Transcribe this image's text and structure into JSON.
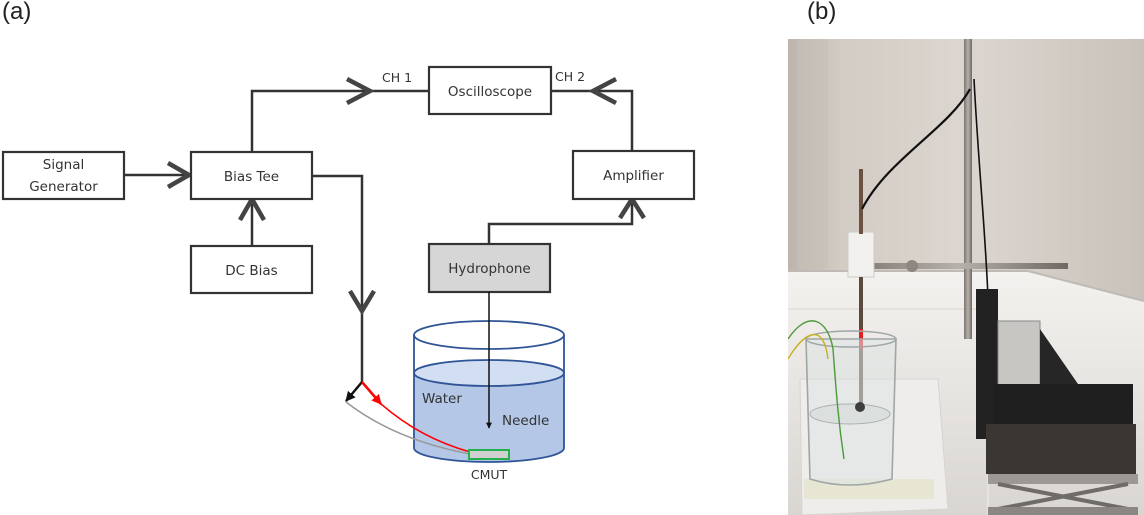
{
  "panels": {
    "a": {
      "label": "(a)"
    },
    "b": {
      "label": "(b)"
    }
  },
  "diagram": {
    "blocks": {
      "signal_generator": {
        "line1": "Signal",
        "line2": "Generator"
      },
      "bias_tee": "Bias Tee",
      "dc_bias": "DC Bias",
      "oscilloscope": "Oscilloscope",
      "amplifier": "Amplifier",
      "hydrophone": "Hydrophone"
    },
    "channels": {
      "ch1": "CH 1",
      "ch2": "CH 2"
    },
    "tank": {
      "water": "Water",
      "needle": "Needle",
      "cmut": "CMUT"
    },
    "colors": {
      "line": "#333333",
      "hydrophone_fill": "#d6d6d6",
      "water_fill": "#b4c7e7",
      "water_surface": "#d2def2",
      "tank_stroke": "#2f5597",
      "positive_wire": "#ff0000",
      "ground_wire": "#999999",
      "cmut_border": "#22b14c",
      "cmut_fill": "#d0d0d0"
    }
  },
  "photo": {
    "description": "Experimental setup photograph: hydrophone needle on a stand clamp dipped into a glass beaker of water on a folded towel, next to a manual XYZ translation stage on a scissor lab jack inside a white tray"
  }
}
